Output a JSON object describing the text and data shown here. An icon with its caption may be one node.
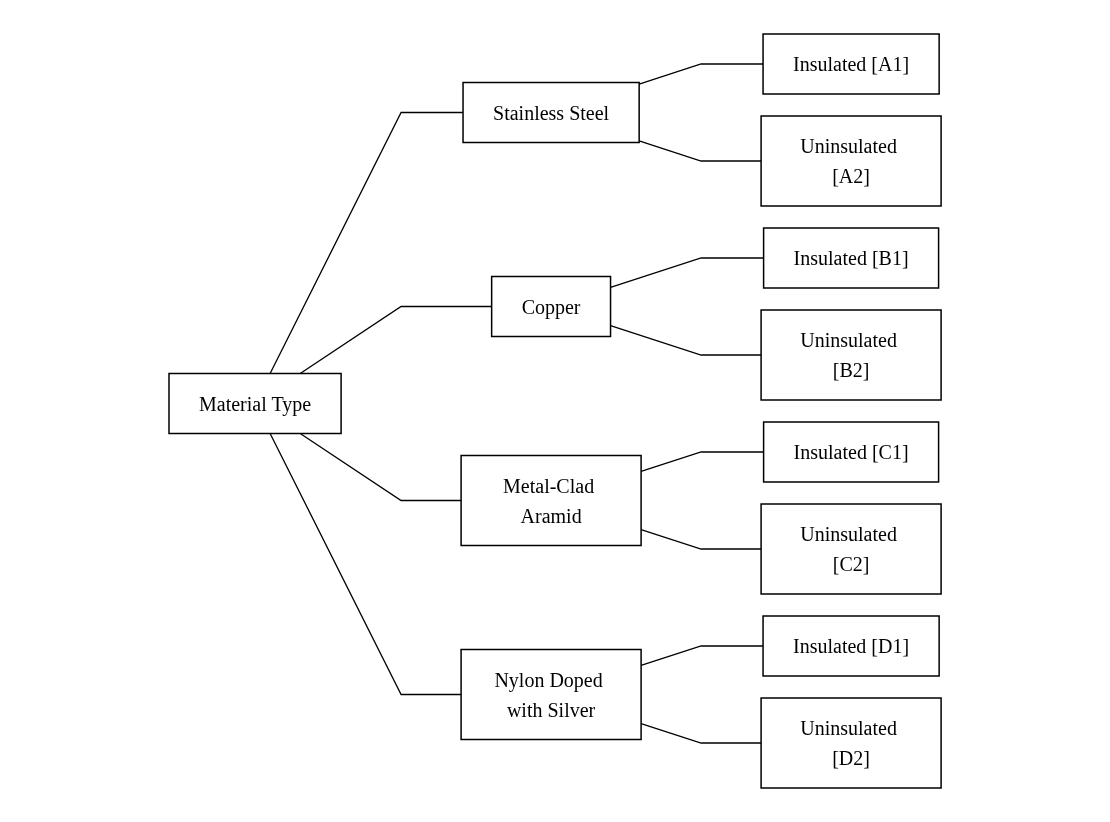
{
  "diagram": {
    "nodes": [
      {
        "text": [
          "Material Type"
        ]
      },
      {
        "text": [
          "Stainless Steel"
        ]
      },
      {
        "text": [
          "Insulated [A1]"
        ]
      },
      {
        "text": [
          "Uninsulated [A2]"
        ]
      },
      {
        "text": [
          "Copper"
        ]
      },
      {
        "text": [
          "Insulated [B1]"
        ]
      },
      {
        "text": [
          "Uninsulated [B2]"
        ]
      },
      {
        "text": [
          "Metal-Clad Aramid"
        ]
      },
      {
        "text": [
          "Insulated [C1]"
        ]
      },
      {
        "text": [
          "Uninsulated [C2]"
        ]
      },
      {
        "text": [
          "Nylon Doped with Silver"
        ]
      },
      {
        "text": [
          "Insulated [D1]"
        ]
      },
      {
        "text": [
          "Uninsulated [D2]"
        ]
      }
    ],
    "edges": [
      {
        "from": 0,
        "to": 1,
        "arrow": "none"
      },
      {
        "from": 0,
        "to": 4,
        "arrow": "none"
      },
      {
        "from": 0,
        "to": 7,
        "arrow": "none"
      },
      {
        "from": 0,
        "to": 10,
        "arrow": "none"
      },
      {
        "from": 1,
        "to": 2,
        "arrow": "none"
      },
      {
        "from": 1,
        "to": 3,
        "arrow": "none"
      },
      {
        "from": 4,
        "to": 5,
        "arrow": "none"
      },
      {
        "from": 4,
        "to": 6,
        "arrow": "none"
      },
      {
        "from": 7,
        "to": 8,
        "arrow": "none"
      },
      {
        "from": 7,
        "to": 9,
        "arrow": "none"
      },
      {
        "from": 10,
        "to": 11,
        "arrow": "none"
      },
      {
        "from": 10,
        "to": 12,
        "arrow": "none"
      }
    ]
  }
}
